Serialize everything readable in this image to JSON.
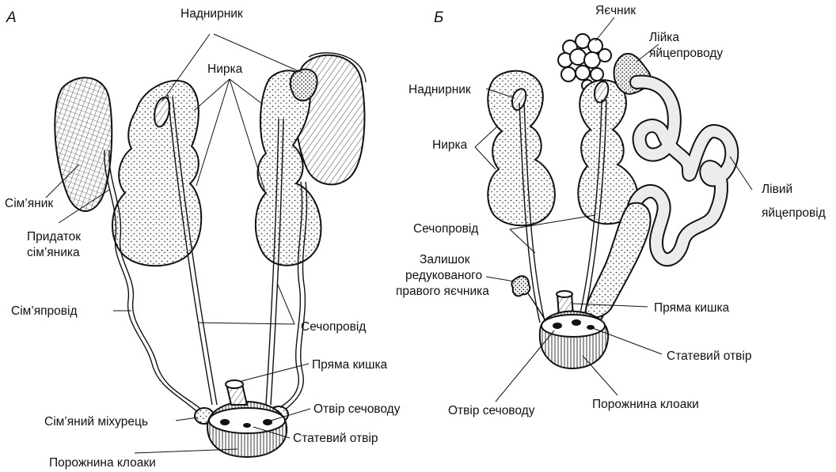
{
  "panel_a": {
    "letter": "А",
    "labels": {
      "adrenal": "Наднирник",
      "kidney": "Нирка",
      "testis": "Сім’яник",
      "epididymis_line1": "Придаток",
      "epididymis_line2": "сім’яника",
      "vas_deferens": "Сім’япровід",
      "ureter": "Сечопровід",
      "rectum": "Пряма кишка",
      "ureter_opening": "Отвір сечоводу",
      "seminal_vesicle": "Сім’яний міхурець",
      "genital_opening": "Статевий отвір",
      "cloaca_cavity": "Порожнина клоаки"
    }
  },
  "panel_b": {
    "letter": "Б",
    "labels": {
      "ovary": "Яєчник",
      "infundibulum_line1": "Лійка",
      "infundibulum_line2": "яйцепроводу",
      "adrenal": "Наднирник",
      "kidney": "Нирка",
      "left_oviduct_line1": "Лівий",
      "left_oviduct_line2": "яйцепровід",
      "ureter": "Сечопровід",
      "vestige_line1": "Залишок",
      "vestige_line2": "редукованого",
      "vestige_line3": "правого яєчника",
      "rectum": "Пряма кишка",
      "genital_opening": "Статевий отвір",
      "ureter_opening": "Отвір сечоводу",
      "cloaca_cavity": "Порожнина клоаки"
    }
  }
}
